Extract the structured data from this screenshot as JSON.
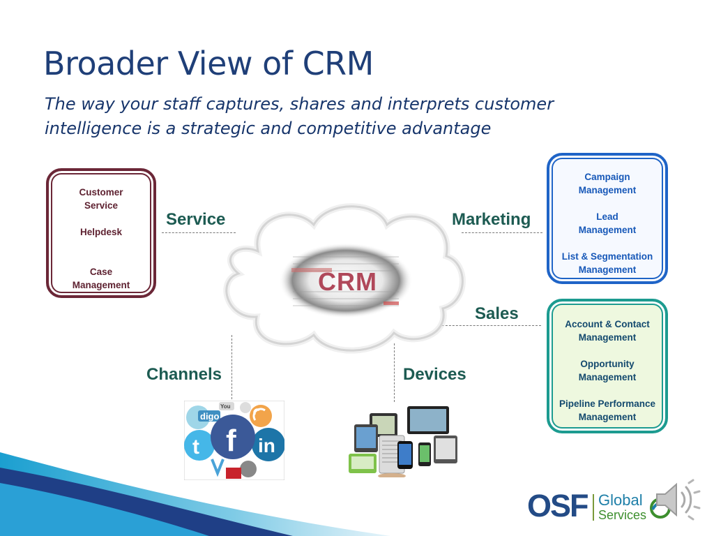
{
  "slide": {
    "title": "Broader View of CRM",
    "subtitle_line1": "The way your staff captures, shares and interprets customer",
    "subtitle_line2": "intelligence is a strategic and competitive advantage"
  },
  "center": {
    "label": "CRM"
  },
  "categories": {
    "service": "Service",
    "marketing": "Marketing",
    "sales": "Sales",
    "channels": "Channels",
    "devices": "Devices"
  },
  "service_box": {
    "lines": [
      "Customer",
      "Service",
      "",
      "Helpdesk",
      "",
      "",
      "Case",
      "Management"
    ]
  },
  "marketing_box": {
    "lines": [
      "Campaign",
      "Management",
      "",
      "Lead",
      "Management",
      "",
      "List & Segmentation",
      "Management"
    ]
  },
  "sales_box": {
    "lines": [
      "Account & Contact",
      "Management",
      "",
      "Opportunity",
      "Management",
      "",
      "Pipeline Performance",
      "Management"
    ]
  },
  "social_icons": {
    "youtube": "You",
    "digo": "digo",
    "facebook": "f",
    "linkedin": "in",
    "twitter": "t"
  },
  "logo": {
    "osf": "OSF",
    "global": "Global",
    "services": "Services"
  },
  "colors": {
    "title": "#1f3f78",
    "service_border": "#6b2737",
    "marketing_border": "#1f64c7",
    "sales_border": "#1c9b90",
    "label": "#1d5b52",
    "crm_text": "#b0485a"
  },
  "icons": [
    "speaker-icon",
    "osf-logo-icon",
    "cloud-shape",
    "social-media-collage",
    "devices-collage"
  ]
}
